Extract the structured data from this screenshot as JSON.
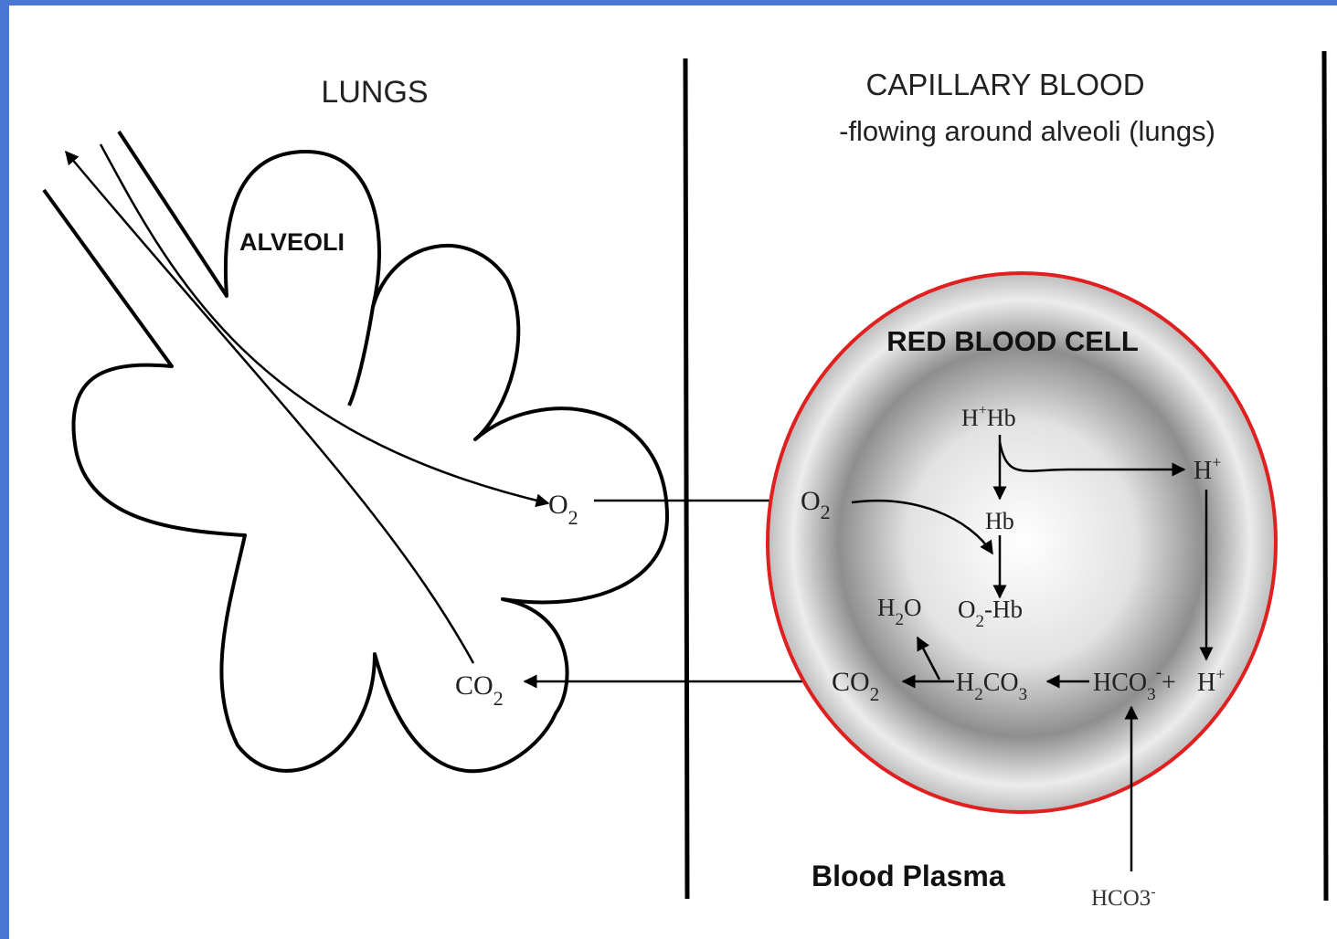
{
  "labels": {
    "lungs": "LUNGS",
    "alveoli": "ALVEOLI",
    "capillary_title": "CAPILLARY BLOOD",
    "capillary_subtitle": "-flowing around alveoli (lungs)",
    "rbc": "RED BLOOD CELL",
    "plasma": "Blood Plasma"
  },
  "species": {
    "o2_lung": "O",
    "o2_lung_sub": "2",
    "co2_lung": "CO",
    "co2_lung_sub": "2",
    "o2_cell": "O",
    "o2_cell_sub": "2",
    "hhb": "H",
    "hhb_sup": "+",
    "hhb_rest": "Hb",
    "hb": "Hb",
    "o2hb": "O",
    "o2hb_sub": "2",
    "o2hb_rest": "-Hb",
    "h2o": "H",
    "h2o_sub": "2",
    "h2o_rest": "O",
    "co2_cell": "CO",
    "co2_cell_sub": "2",
    "h2co3": "H",
    "h2co3_sub": "2",
    "h2co3_rest": "CO",
    "h2co3_sub2": "3",
    "hco3": "HCO",
    "hco3_sub": "3",
    "hco3_sup": "-",
    "plus": "+",
    "h_right": "H",
    "h_right_sup": "+",
    "h_bottom": "H",
    "h_bottom_sup": "+",
    "hco3_plasma": "HCO3",
    "hco3_plasma_sup": "-"
  },
  "colors": {
    "background": "#4a77d4",
    "cell_border": "#e02020",
    "ink": "#000000"
  }
}
